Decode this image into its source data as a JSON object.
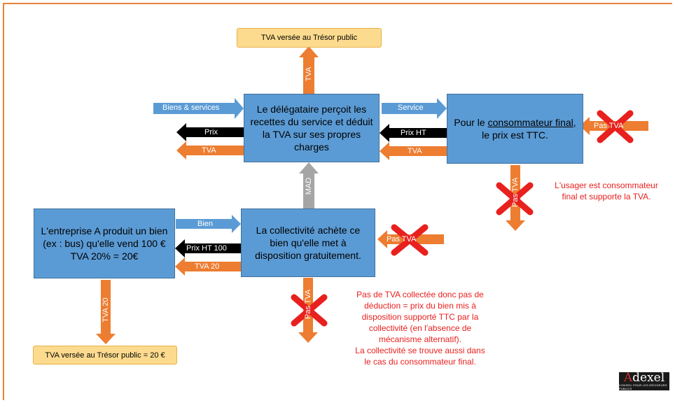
{
  "treasury_top": "TVA versée au Trésor public",
  "treasury_bottom": "TVA versée au Trésor public  = 20 €",
  "delegataire": "Le délégataire perçoit les recettes du service et déduit la TVA sur ses propres charges",
  "consommateur": {
    "pre": "Pour le ",
    "underlined": "consommateur final",
    "post": ", le prix est TTC."
  },
  "entreprise": "L'entreprise A produit un bien (ex : bus) qu'elle vend 100 €\nTVA 20% = 20€",
  "collectivite": "La collectivité achète ce bien qu'elle met à disposition gratuitement.",
  "arrows": {
    "tva_up": "TVA",
    "biens_services": "Biens & services",
    "prix": "Prix",
    "tva_left": "TVA",
    "service": "Service",
    "prix_ht": "Prix HT",
    "tva_mid": "TVA",
    "mad": "MAD",
    "bien": "Bien",
    "prix_ht_100": "Prix HT 100",
    "tva_20": "TVA 20",
    "tva_20_down": "TVA 20",
    "pas_tva": "Pas TVA"
  },
  "note_usager": "L'usager est consommateur\nfinal et supporte la TVA.",
  "note_collectivite": "Pas de TVA collectée donc pas de\ndéduction = prix du bien mis à\ndisposition supporté TTC par la\ncollectivité (en l'absence de\nmécanisme alternatif).\nLa collectivité se trouve aussi dans\nle cas du consommateur final.",
  "logo": {
    "first": "A",
    "rest": "dexel",
    "tagline": "CONSEIL POUR LES DÉCIDEURS PUBLICS"
  },
  "colors": {
    "box_blue": "#5B9BD5",
    "arrow_orange": "#ED7D31",
    "arrow_blue": "#5B9BD5",
    "arrow_black": "#000000",
    "arrow_gray": "#A5A5A5",
    "cross_red": "#E8201E",
    "yellow_box": "#FDDB8E",
    "note_red": "#E8201E"
  }
}
